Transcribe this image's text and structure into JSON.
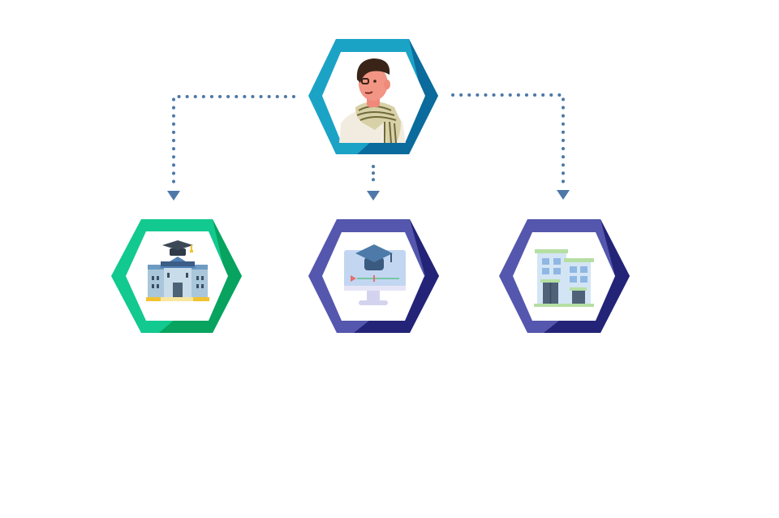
{
  "diagram": {
    "type": "hierarchy",
    "root": {
      "name": "student",
      "icon": "student-avatar-icon",
      "hex_colors": [
        "#1ba3c6",
        "#0b6b9c"
      ]
    },
    "children": [
      {
        "name": "university",
        "icon": "university-building-icon",
        "hex_colors": [
          "#12c98f",
          "#07a35f"
        ]
      },
      {
        "name": "online-learning",
        "icon": "online-learning-monitor-icon",
        "hex_colors": [
          "#5457ad",
          "#232477"
        ]
      },
      {
        "name": "school",
        "icon": "school-building-icon",
        "hex_colors": [
          "#5457ad",
          "#232477"
        ]
      }
    ],
    "connector_color": "#4e78a8",
    "connector_style": "dotted-arrow"
  }
}
